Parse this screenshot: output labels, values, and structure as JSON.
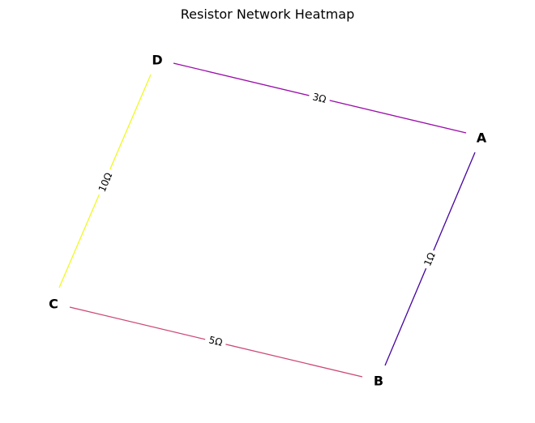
{
  "title": "Resistor Network Heatmap",
  "nodes": {
    "A": "A",
    "B": "B",
    "C": "C",
    "D": "D"
  },
  "edges": [
    {
      "from": "D",
      "to": "A",
      "label": "3Ω",
      "ohms": 3,
      "color": "#9a0da8"
    },
    {
      "from": "A",
      "to": "B",
      "label": "1Ω",
      "ohms": 1,
      "color": "#45039e"
    },
    {
      "from": "B",
      "to": "C",
      "label": "5Ω",
      "ohms": 5,
      "color": "#cc4778"
    },
    {
      "from": "C",
      "to": "D",
      "label": "10Ω",
      "ohms": 10,
      "color": "#f0f921"
    }
  ]
}
